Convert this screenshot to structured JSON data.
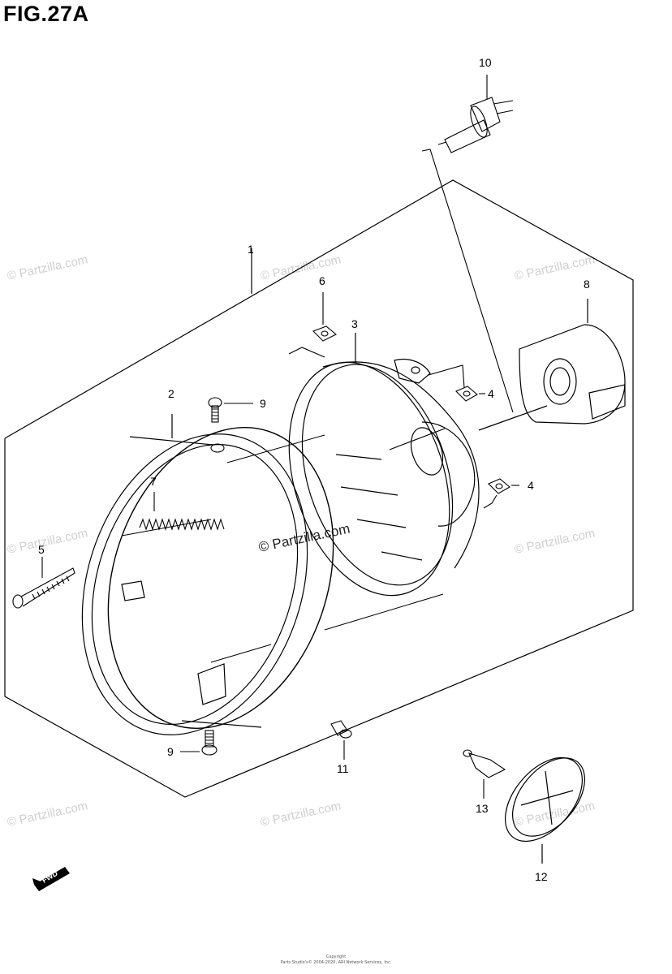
{
  "figure": {
    "title": "FIG.27A"
  },
  "watermark": {
    "text": "© Partzilla.com"
  },
  "direction_badge": "FWD",
  "callouts": [
    {
      "id": "1",
      "label": "1"
    },
    {
      "id": "2",
      "label": "2"
    },
    {
      "id": "3",
      "label": "3"
    },
    {
      "id": "4a",
      "label": "4"
    },
    {
      "id": "4b",
      "label": "4"
    },
    {
      "id": "5",
      "label": "5"
    },
    {
      "id": "6",
      "label": "6"
    },
    {
      "id": "7",
      "label": "7"
    },
    {
      "id": "8",
      "label": "8"
    },
    {
      "id": "9a",
      "label": "9"
    },
    {
      "id": "9b",
      "label": "9"
    },
    {
      "id": "10",
      "label": "10"
    },
    {
      "id": "11",
      "label": "11"
    },
    {
      "id": "12",
      "label": "12"
    },
    {
      "id": "13",
      "label": "13"
    }
  ],
  "footer": {
    "line1": "Copyright",
    "line2": "Parts Studio's© 2004-2020, ARI Network Services, Inc."
  }
}
